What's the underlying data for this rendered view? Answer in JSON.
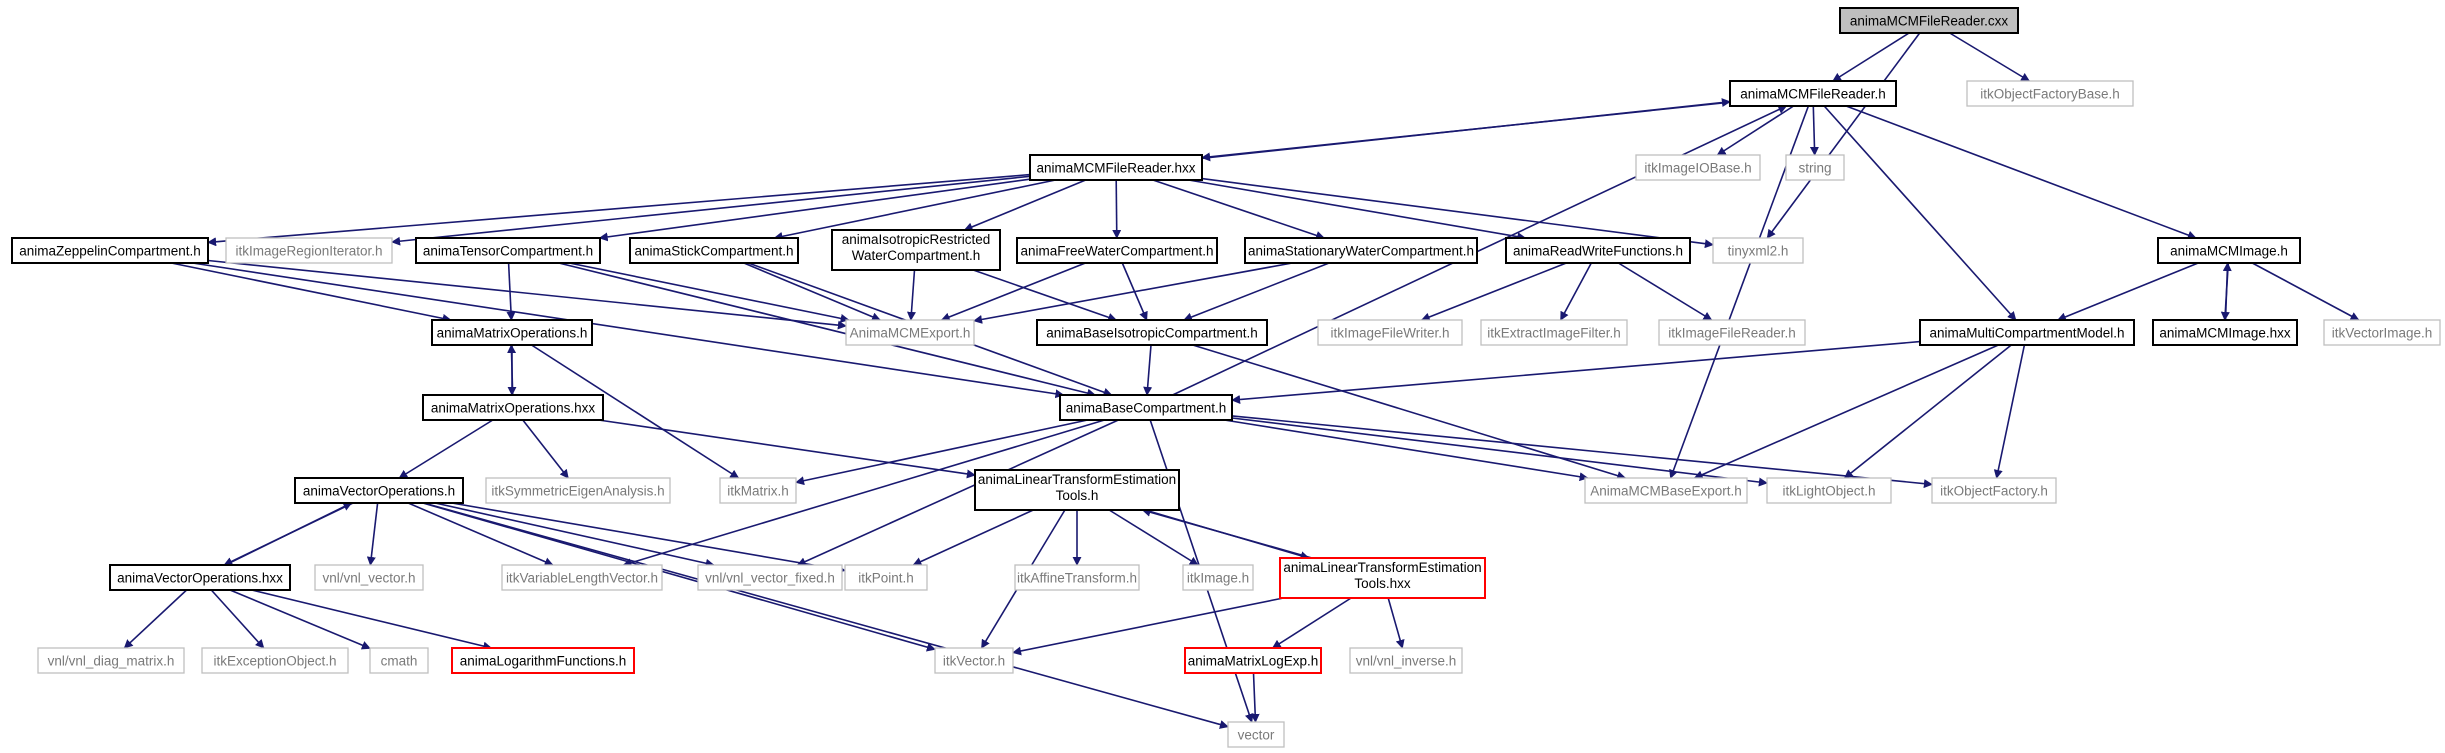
{
  "diagram": {
    "colors": {
      "edge": "#191970",
      "root_fill": "#bfbfbf",
      "primary_border": "#000000",
      "external_border": "#bfbfbf",
      "truncated_border": "#ff0000",
      "background": "#ffffff"
    },
    "nodes": [
      {
        "id": "root",
        "lines": [
          "animaMCMFileReader.cxx"
        ],
        "kind": "root"
      },
      {
        "id": "reader_h",
        "lines": [
          "animaMCMFileReader.h"
        ],
        "kind": "primary"
      },
      {
        "id": "itkObjectFactoryBase",
        "lines": [
          "itkObjectFactoryBase.h"
        ],
        "kind": "external"
      },
      {
        "id": "reader_hxx",
        "lines": [
          "animaMCMFileReader.hxx"
        ],
        "kind": "primary"
      },
      {
        "id": "itkImageIOBase",
        "lines": [
          "itkImageIOBase.h"
        ],
        "kind": "external"
      },
      {
        "id": "string",
        "lines": [
          "string"
        ],
        "kind": "external"
      },
      {
        "id": "zeppelin",
        "lines": [
          "animaZeppelinCompartment.h"
        ],
        "kind": "primary"
      },
      {
        "id": "itkImageRegionIterator",
        "lines": [
          "itkImageRegionIterator.h"
        ],
        "kind": "external"
      },
      {
        "id": "tensor",
        "lines": [
          "animaTensorCompartment.h"
        ],
        "kind": "primary"
      },
      {
        "id": "stick",
        "lines": [
          "animaStickCompartment.h"
        ],
        "kind": "primary"
      },
      {
        "id": "isoRestricted",
        "lines": [
          "animaIsotropicRestricted",
          "WaterCompartment.h"
        ],
        "kind": "primary"
      },
      {
        "id": "freeWater",
        "lines": [
          "animaFreeWaterCompartment.h"
        ],
        "kind": "primary"
      },
      {
        "id": "stationary",
        "lines": [
          "animaStationaryWaterCompartment.h"
        ],
        "kind": "primary"
      },
      {
        "id": "readWrite",
        "lines": [
          "animaReadWriteFunctions.h"
        ],
        "kind": "primary"
      },
      {
        "id": "tinyxml2",
        "lines": [
          "tinyxml2.h"
        ],
        "kind": "external"
      },
      {
        "id": "mcmImage",
        "lines": [
          "animaMCMImage.h"
        ],
        "kind": "primary"
      },
      {
        "id": "matrixOps",
        "lines": [
          "animaMatrixOperations.h"
        ],
        "kind": "primary"
      },
      {
        "id": "mcmExport",
        "lines": [
          "AnimaMCMExport.h"
        ],
        "kind": "external"
      },
      {
        "id": "baseIso",
        "lines": [
          "animaBaseIsotropicCompartment.h"
        ],
        "kind": "primary"
      },
      {
        "id": "itkImageFileWriter",
        "lines": [
          "itkImageFileWriter.h"
        ],
        "kind": "external"
      },
      {
        "id": "itkExtractImageFilter",
        "lines": [
          "itkExtractImageFilter.h"
        ],
        "kind": "external"
      },
      {
        "id": "itkImageFileReader",
        "lines": [
          "itkImageFileReader.h"
        ],
        "kind": "external"
      },
      {
        "id": "multiComp",
        "lines": [
          "animaMultiCompartmentModel.h"
        ],
        "kind": "primary"
      },
      {
        "id": "mcmImage_hxx",
        "lines": [
          "animaMCMImage.hxx"
        ],
        "kind": "primary"
      },
      {
        "id": "itkVectorImage",
        "lines": [
          "itkVectorImage.h"
        ],
        "kind": "external"
      },
      {
        "id": "matrixOps_hxx",
        "lines": [
          "animaMatrixOperations.hxx"
        ],
        "kind": "primary"
      },
      {
        "id": "baseComp",
        "lines": [
          "animaBaseCompartment.h"
        ],
        "kind": "primary"
      },
      {
        "id": "vectorOps",
        "lines": [
          "animaVectorOperations.h"
        ],
        "kind": "primary"
      },
      {
        "id": "itkSymEig",
        "lines": [
          "itkSymmetricEigenAnalysis.h"
        ],
        "kind": "external"
      },
      {
        "id": "itkMatrix",
        "lines": [
          "itkMatrix.h"
        ],
        "kind": "external"
      },
      {
        "id": "linTransform_h",
        "lines": [
          "animaLinearTransformEstimation",
          "Tools.h"
        ],
        "kind": "primary"
      },
      {
        "id": "mcmBaseExport",
        "lines": [
          "AnimaMCMBaseExport.h"
        ],
        "kind": "external"
      },
      {
        "id": "itkLightObject",
        "lines": [
          "itkLightObject.h"
        ],
        "kind": "external"
      },
      {
        "id": "itkObjectFactory",
        "lines": [
          "itkObjectFactory.h"
        ],
        "kind": "external"
      },
      {
        "id": "vectorOps_hxx",
        "lines": [
          "animaVectorOperations.hxx"
        ],
        "kind": "primary"
      },
      {
        "id": "vnlVector",
        "lines": [
          "vnl/vnl_vector.h"
        ],
        "kind": "external"
      },
      {
        "id": "itkVarLenVector",
        "lines": [
          "itkVariableLengthVector.h"
        ],
        "kind": "external"
      },
      {
        "id": "vnlVectorFixed",
        "lines": [
          "vnl/vnl_vector_fixed.h"
        ],
        "kind": "external"
      },
      {
        "id": "itkPoint",
        "lines": [
          "itkPoint.h"
        ],
        "kind": "external"
      },
      {
        "id": "itkAffineTransform",
        "lines": [
          "itkAffineTransform.h"
        ],
        "kind": "external"
      },
      {
        "id": "itkImage",
        "lines": [
          "itkImage.h"
        ],
        "kind": "external"
      },
      {
        "id": "linTransform_hxx",
        "lines": [
          "animaLinearTransformEstimation",
          "Tools.hxx"
        ],
        "kind": "truncated"
      },
      {
        "id": "vnlDiag",
        "lines": [
          "vnl/vnl_diag_matrix.h"
        ],
        "kind": "external"
      },
      {
        "id": "itkExceptionObject",
        "lines": [
          "itkExceptionObject.h"
        ],
        "kind": "external"
      },
      {
        "id": "cmath",
        "lines": [
          "cmath"
        ],
        "kind": "external"
      },
      {
        "id": "logFunctions",
        "lines": [
          "animaLogarithmFunctions.h"
        ],
        "kind": "truncated"
      },
      {
        "id": "itkVector",
        "lines": [
          "itkVector.h"
        ],
        "kind": "external"
      },
      {
        "id": "matrixLogExp",
        "lines": [
          "animaMatrixLogExp.h"
        ],
        "kind": "truncated"
      },
      {
        "id": "vnlInverse",
        "lines": [
          "vnl/vnl_inverse.h"
        ],
        "kind": "external"
      },
      {
        "id": "vector",
        "lines": [
          "vector"
        ],
        "kind": "external"
      }
    ],
    "edges": [
      [
        "root",
        "reader_h"
      ],
      [
        "root",
        "itkObjectFactoryBase"
      ],
      [
        "root",
        "tinyxml2"
      ],
      [
        "reader_h",
        "reader_hxx"
      ],
      [
        "reader_h",
        "itkImageIOBase"
      ],
      [
        "reader_h",
        "string"
      ],
      [
        "reader_h",
        "mcmImage"
      ],
      [
        "reader_h",
        "multiComp"
      ],
      [
        "reader_h",
        "mcmBaseExport"
      ],
      [
        "reader_hxx",
        "reader_h"
      ],
      [
        "reader_hxx",
        "zeppelin"
      ],
      [
        "reader_hxx",
        "itkImageRegionIterator"
      ],
      [
        "reader_hxx",
        "tensor"
      ],
      [
        "reader_hxx",
        "stick"
      ],
      [
        "reader_hxx",
        "isoRestricted"
      ],
      [
        "reader_hxx",
        "freeWater"
      ],
      [
        "reader_hxx",
        "stationary"
      ],
      [
        "reader_hxx",
        "readWrite"
      ],
      [
        "reader_hxx",
        "tinyxml2"
      ],
      [
        "zeppelin",
        "matrixOps"
      ],
      [
        "zeppelin",
        "mcmExport"
      ],
      [
        "zeppelin",
        "baseComp"
      ],
      [
        "tensor",
        "matrixOps"
      ],
      [
        "tensor",
        "mcmExport"
      ],
      [
        "tensor",
        "baseComp"
      ],
      [
        "stick",
        "mcmExport"
      ],
      [
        "stick",
        "baseComp"
      ],
      [
        "isoRestricted",
        "mcmExport"
      ],
      [
        "isoRestricted",
        "baseIso"
      ],
      [
        "freeWater",
        "mcmExport"
      ],
      [
        "freeWater",
        "baseIso"
      ],
      [
        "stationary",
        "mcmExport"
      ],
      [
        "stationary",
        "baseIso"
      ],
      [
        "readWrite",
        "itkImageFileWriter"
      ],
      [
        "readWrite",
        "itkExtractImageFilter"
      ],
      [
        "readWrite",
        "itkImageFileReader"
      ],
      [
        "mcmImage",
        "multiComp"
      ],
      [
        "mcmImage",
        "mcmImage_hxx"
      ],
      [
        "mcmImage",
        "itkVectorImage"
      ],
      [
        "mcmImage_hxx",
        "mcmImage"
      ],
      [
        "matrixOps",
        "matrixOps_hxx"
      ],
      [
        "matrixOps",
        "itkMatrix"
      ],
      [
        "matrixOps_hxx",
        "matrixOps"
      ],
      [
        "matrixOps_hxx",
        "vectorOps"
      ],
      [
        "matrixOps_hxx",
        "itkSymEig"
      ],
      [
        "matrixOps_hxx",
        "linTransform_h"
      ],
      [
        "baseIso",
        "baseComp"
      ],
      [
        "baseIso",
        "mcmBaseExport"
      ],
      [
        "multiComp",
        "baseComp"
      ],
      [
        "multiComp",
        "mcmBaseExport"
      ],
      [
        "multiComp",
        "itkLightObject"
      ],
      [
        "multiComp",
        "itkObjectFactory"
      ],
      [
        "baseComp",
        "reader_h"
      ],
      [
        "baseComp",
        "itkMatrix"
      ],
      [
        "baseComp",
        "itkVarLenVector"
      ],
      [
        "baseComp",
        "vnlVectorFixed"
      ],
      [
        "baseComp",
        "mcmBaseExport"
      ],
      [
        "baseComp",
        "itkLightObject"
      ],
      [
        "baseComp",
        "itkObjectFactory"
      ],
      [
        "baseComp",
        "vector"
      ],
      [
        "vectorOps",
        "vectorOps_hxx"
      ],
      [
        "vectorOps",
        "vnlVector"
      ],
      [
        "vectorOps",
        "itkVarLenVector"
      ],
      [
        "vectorOps",
        "vnlVectorFixed"
      ],
      [
        "vectorOps",
        "itkPoint"
      ],
      [
        "vectorOps",
        "itkVector"
      ],
      [
        "vectorOps",
        "vector"
      ],
      [
        "vectorOps_hxx",
        "vectorOps"
      ],
      [
        "vectorOps_hxx",
        "vnlDiag"
      ],
      [
        "vectorOps_hxx",
        "itkExceptionObject"
      ],
      [
        "vectorOps_hxx",
        "cmath"
      ],
      [
        "vectorOps_hxx",
        "logFunctions"
      ],
      [
        "linTransform_h",
        "itkPoint"
      ],
      [
        "linTransform_h",
        "itkAffineTransform"
      ],
      [
        "linTransform_h",
        "itkImage"
      ],
      [
        "linTransform_h",
        "itkVector"
      ],
      [
        "linTransform_h",
        "linTransform_hxx"
      ],
      [
        "linTransform_hxx",
        "linTransform_h"
      ],
      [
        "linTransform_hxx",
        "itkVector"
      ],
      [
        "linTransform_hxx",
        "matrixLogExp"
      ],
      [
        "linTransform_hxx",
        "vnlInverse"
      ],
      [
        "matrixLogExp",
        "vector"
      ]
    ]
  }
}
